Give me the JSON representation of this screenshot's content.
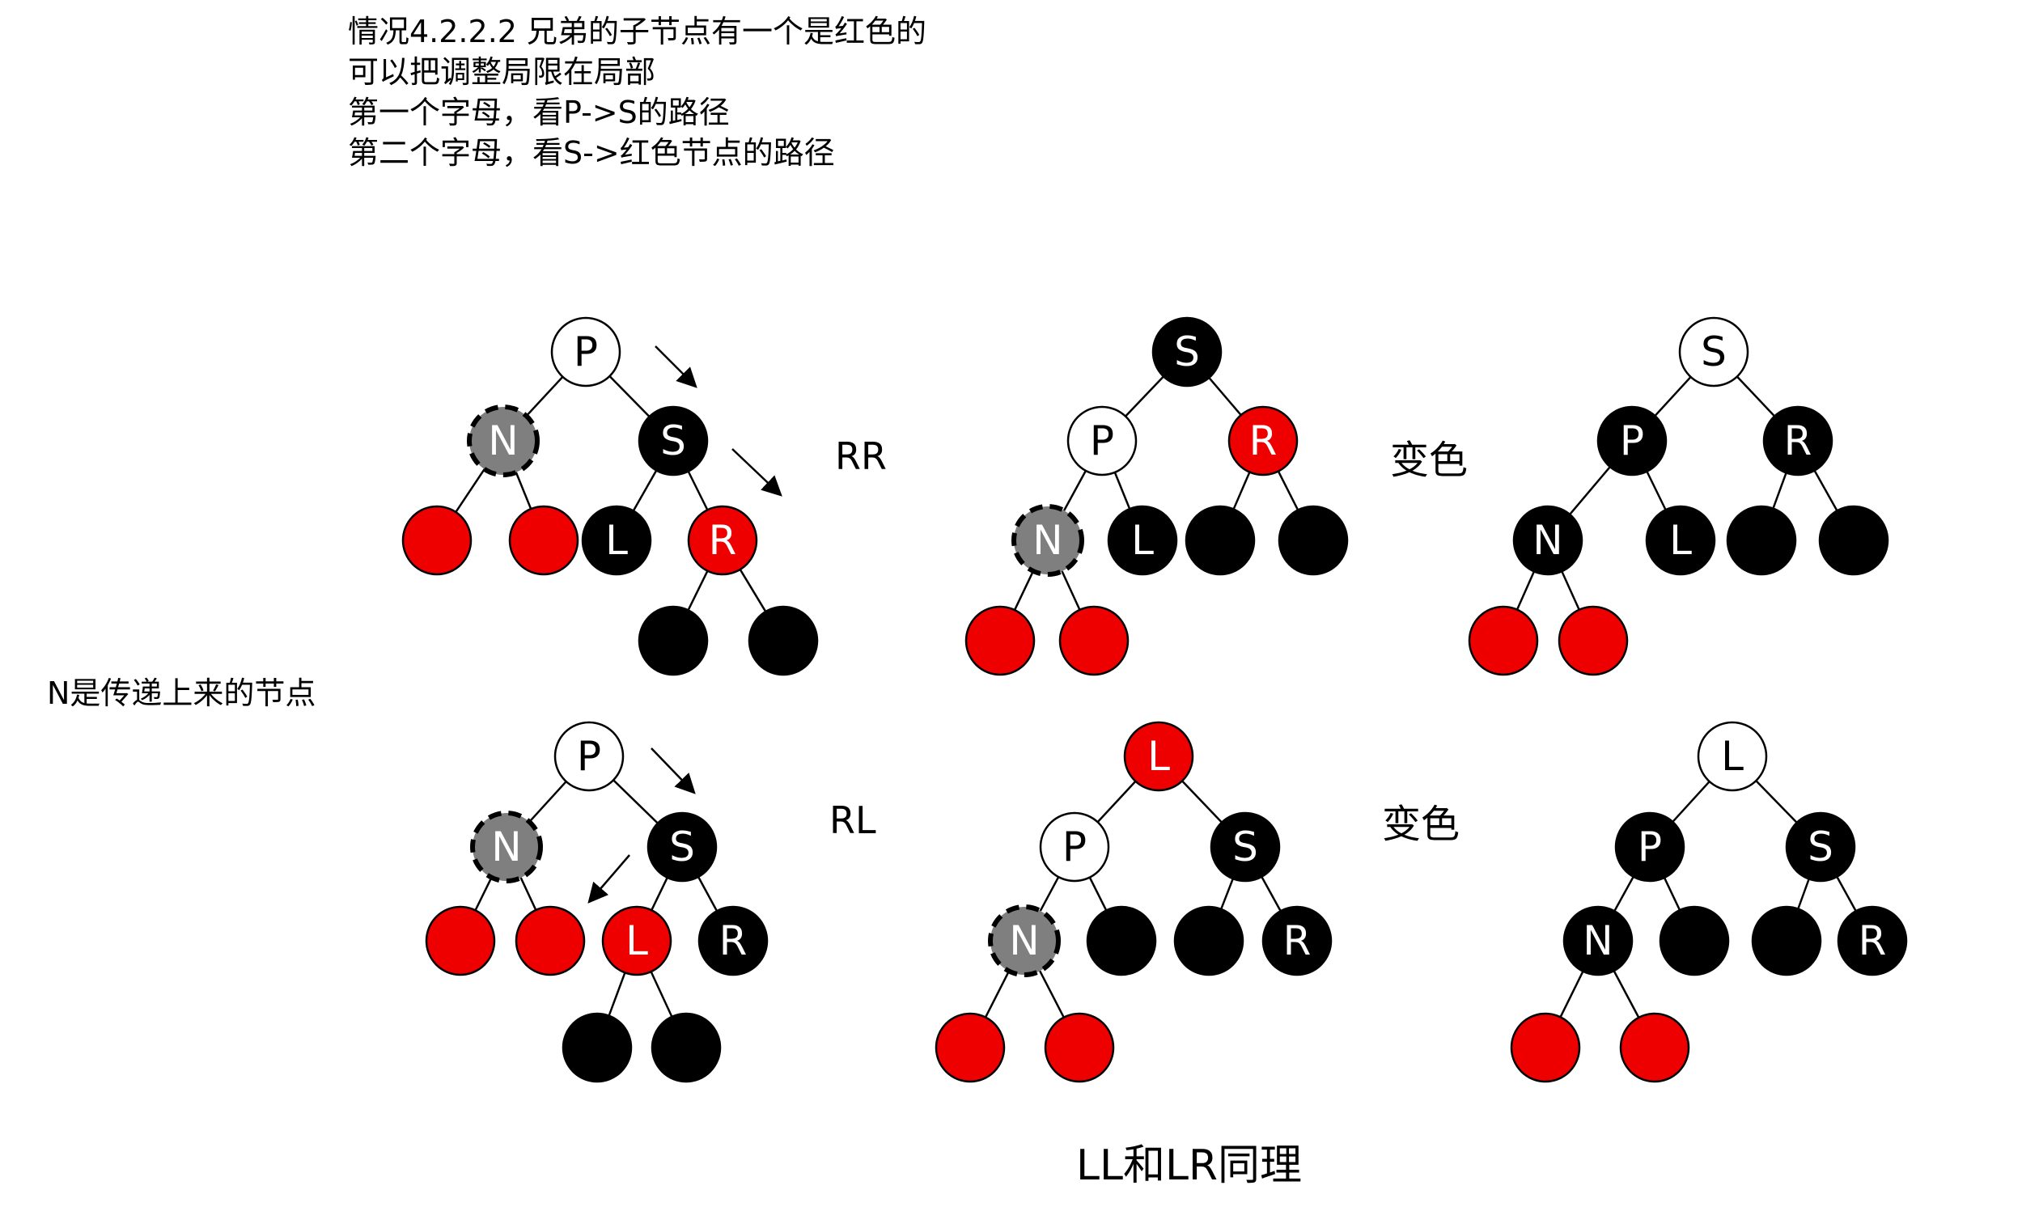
{
  "header": {
    "lines": [
      {
        "text": "情况4.2.2.2 兄弟的子节点有一个是红色的"
      },
      {
        "text": "可以把调整局限在局部"
      },
      {
        "text": "第一个字母，看P->S的路径"
      },
      {
        "text": "第二个字母，看S->红色节点的路径"
      }
    ]
  },
  "side_note": "N是传递上来的节点",
  "labels": {
    "rr": "RR",
    "rl": "RL",
    "recolor_top": "变色",
    "recolor_bottom": "变色",
    "footer": "LL和LR同理"
  },
  "colors": {
    "red": "#ee0000",
    "black": "#000000",
    "white": "#ffffff",
    "gray": "#7f7f7f"
  },
  "trees": [
    {
      "id": "rr-before",
      "nodes": [
        {
          "label": "P",
          "color": "white"
        },
        {
          "label": "N",
          "color": "gray",
          "dashed": true
        },
        {
          "label": "S",
          "color": "black"
        },
        {
          "label": "",
          "color": "red"
        },
        {
          "label": "",
          "color": "red"
        },
        {
          "label": "L",
          "color": "black"
        },
        {
          "label": "R",
          "color": "red"
        },
        {
          "label": "",
          "color": "black"
        },
        {
          "label": "",
          "color": "black"
        }
      ],
      "edges": [
        [
          0,
          1
        ],
        [
          0,
          2
        ],
        [
          1,
          3
        ],
        [
          1,
          4
        ],
        [
          2,
          5
        ],
        [
          2,
          6
        ],
        [
          6,
          7
        ],
        [
          6,
          8
        ]
      ]
    },
    {
      "id": "rr-rotated",
      "nodes": [
        {
          "label": "S",
          "color": "black"
        },
        {
          "label": "P",
          "color": "white"
        },
        {
          "label": "R",
          "color": "red"
        },
        {
          "label": "N",
          "color": "gray",
          "dashed": true
        },
        {
          "label": "L",
          "color": "black"
        },
        {
          "label": "",
          "color": "black"
        },
        {
          "label": "",
          "color": "black"
        },
        {
          "label": "",
          "color": "red"
        },
        {
          "label": "",
          "color": "red"
        }
      ],
      "edges": [
        [
          0,
          1
        ],
        [
          0,
          2
        ],
        [
          1,
          3
        ],
        [
          1,
          4
        ],
        [
          2,
          5
        ],
        [
          2,
          6
        ],
        [
          3,
          7
        ],
        [
          3,
          8
        ]
      ]
    },
    {
      "id": "rr-recolored",
      "nodes": [
        {
          "label": "S",
          "color": "white"
        },
        {
          "label": "P",
          "color": "black"
        },
        {
          "label": "R",
          "color": "black"
        },
        {
          "label": "N",
          "color": "black"
        },
        {
          "label": "L",
          "color": "black"
        },
        {
          "label": "",
          "color": "black"
        },
        {
          "label": "",
          "color": "black"
        },
        {
          "label": "",
          "color": "red"
        },
        {
          "label": "",
          "color": "red"
        }
      ],
      "edges": [
        [
          0,
          1
        ],
        [
          0,
          2
        ],
        [
          1,
          3
        ],
        [
          1,
          4
        ],
        [
          2,
          5
        ],
        [
          2,
          6
        ],
        [
          3,
          7
        ],
        [
          3,
          8
        ]
      ]
    },
    {
      "id": "rl-before",
      "nodes": [
        {
          "label": "P",
          "color": "white"
        },
        {
          "label": "N",
          "color": "gray",
          "dashed": true
        },
        {
          "label": "S",
          "color": "black"
        },
        {
          "label": "",
          "color": "red"
        },
        {
          "label": "",
          "color": "red"
        },
        {
          "label": "L",
          "color": "red"
        },
        {
          "label": "R",
          "color": "black"
        },
        {
          "label": "",
          "color": "black"
        },
        {
          "label": "",
          "color": "black"
        }
      ],
      "edges": [
        [
          0,
          1
        ],
        [
          0,
          2
        ],
        [
          1,
          3
        ],
        [
          1,
          4
        ],
        [
          2,
          5
        ],
        [
          2,
          6
        ],
        [
          5,
          7
        ],
        [
          5,
          8
        ]
      ]
    },
    {
      "id": "rl-rotated",
      "nodes": [
        {
          "label": "L",
          "color": "red"
        },
        {
          "label": "P",
          "color": "white"
        },
        {
          "label": "S",
          "color": "black"
        },
        {
          "label": "N",
          "color": "gray",
          "dashed": true
        },
        {
          "label": "",
          "color": "black"
        },
        {
          "label": "",
          "color": "black"
        },
        {
          "label": "R",
          "color": "black"
        },
        {
          "label": "",
          "color": "red"
        },
        {
          "label": "",
          "color": "red"
        }
      ],
      "edges": [
        [
          0,
          1
        ],
        [
          0,
          2
        ],
        [
          1,
          3
        ],
        [
          1,
          4
        ],
        [
          2,
          5
        ],
        [
          2,
          6
        ],
        [
          3,
          7
        ],
        [
          3,
          8
        ]
      ]
    },
    {
      "id": "rl-recolored",
      "nodes": [
        {
          "label": "L",
          "color": "white"
        },
        {
          "label": "P",
          "color": "black"
        },
        {
          "label": "S",
          "color": "black"
        },
        {
          "label": "N",
          "color": "black"
        },
        {
          "label": "",
          "color": "black"
        },
        {
          "label": "",
          "color": "black"
        },
        {
          "label": "R",
          "color": "black"
        },
        {
          "label": "",
          "color": "red"
        },
        {
          "label": "",
          "color": "red"
        }
      ],
      "edges": [
        [
          0,
          1
        ],
        [
          0,
          2
        ],
        [
          1,
          3
        ],
        [
          1,
          4
        ],
        [
          2,
          5
        ],
        [
          2,
          6
        ],
        [
          3,
          7
        ],
        [
          3,
          8
        ]
      ]
    }
  ]
}
